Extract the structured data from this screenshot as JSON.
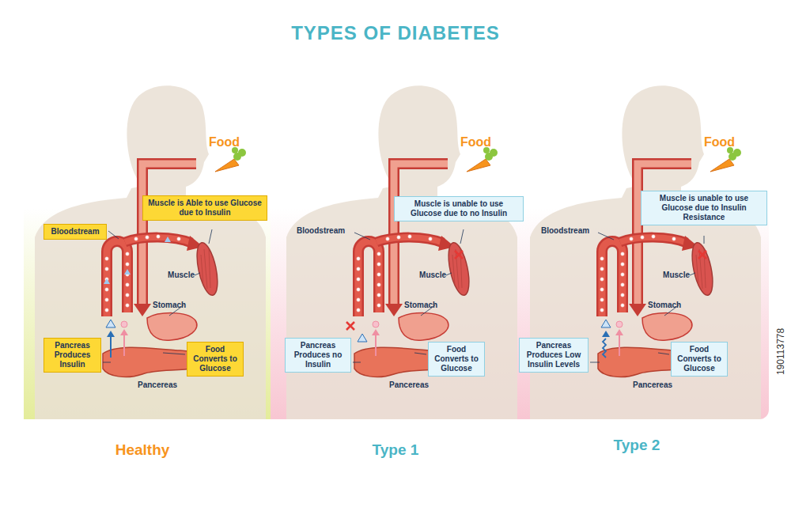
{
  "diagram": {
    "title": "TYPES OF DIABETES",
    "nodes": [
      {
        "text": [
          "Bloodstream"
        ]
      },
      {
        "text": [
          "Muscle is Able to use Glucose due to Insulin"
        ]
      },
      {
        "text": [
          "Pancreas Produces Insulin"
        ]
      },
      {
        "text": [
          "Food Converts to Glucose"
        ]
      },
      {
        "text": [
          "Muscle is unable to use Glucose due to no Insulin"
        ]
      },
      {
        "text": [
          "Pancreas Produces no Insulin"
        ]
      },
      {
        "text": [
          "Food Converts to Glucose"
        ]
      },
      {
        "text": [
          "Muscle is unable to use Glucose due to Insulin Resistance"
        ]
      },
      {
        "text": [
          "Pancreas Produces Low Insulin Levels"
        ]
      },
      {
        "text": [
          "Food Converts to Glucose"
        ]
      }
    ],
    "labels": [
      "Food",
      "Muscle",
      "Stomach",
      "Pancereas",
      "Healthy",
      "Bloodstream",
      "Food",
      "Muscle",
      "Stomach",
      "Pancereas",
      "Type 1",
      "Bloodstream",
      "Food",
      "Muscle",
      "Stomach",
      "Pancereas",
      "Type 2",
      "190113778"
    ]
  }
}
